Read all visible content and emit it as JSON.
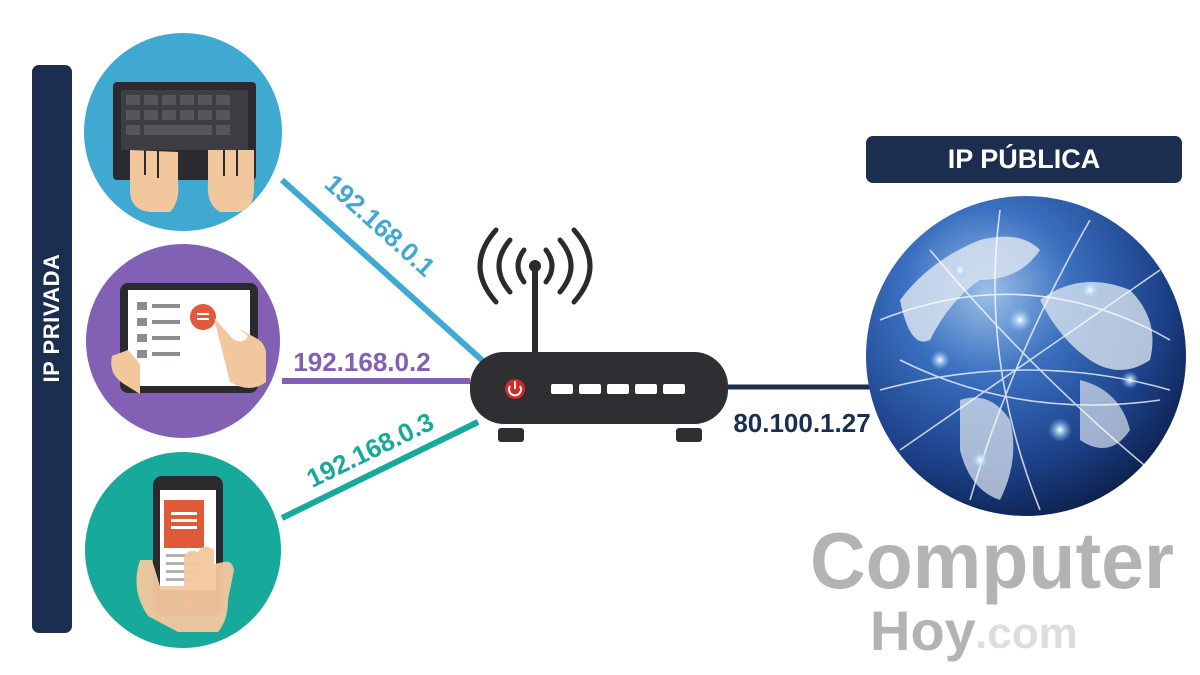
{
  "labels": {
    "private": "IP PRIVADA",
    "public": "IP PÚBLICA"
  },
  "ips": {
    "device1": "192.168.0.1",
    "device2": "192.168.0.2",
    "device3": "192.168.0.3",
    "router_public": "80.100.1.27"
  },
  "watermark": {
    "line1": "Computer",
    "line2": "Hoy",
    "suffix": ".com"
  },
  "colors": {
    "navy": "#1c2e4f",
    "laptop_blue": "#40a9d1",
    "tablet_purple": "#8260b3",
    "phone_teal": "#17a99a",
    "router_dark": "#2f2f33",
    "power_red": "#d42a2a"
  },
  "icons": {
    "laptop": "laptop-icon",
    "tablet": "tablet-icon",
    "phone": "phone-icon",
    "router": "router-icon",
    "wifi": "wifi-icon",
    "globe": "globe-icon"
  }
}
